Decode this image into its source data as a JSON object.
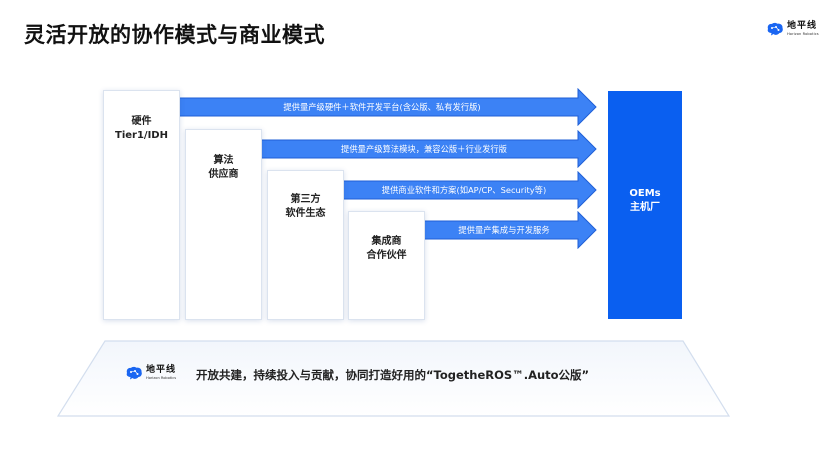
{
  "title": "灵活开放的协作模式与商业模式",
  "logo": {
    "name_cn": "地平线",
    "name_en": "Horizon Robotics",
    "icon": "brain-icon",
    "color": "#1a66f2"
  },
  "partners": [
    {
      "line1": "硬件",
      "line2": "Tier1/IDH",
      "arrow_text": "提供量产级硬件＋软件开发平台(含公版、私有发行版)"
    },
    {
      "line1": "算法",
      "line2": "供应商",
      "arrow_text": "提供量产级算法模块，兼容公版＋行业发行版"
    },
    {
      "line1": "第三方",
      "line2": "软件生态",
      "arrow_text": "提供商业软件和方案(如AP/CP、Security等)"
    },
    {
      "line1": "集成商",
      "line2": "合作伙伴",
      "arrow_text": "提供量产集成与开发服务"
    }
  ],
  "target": {
    "line1": "OEMs",
    "line2": "主机厂"
  },
  "slogan": "开放共建，持续投入与贡献，协同打造好用的“TogetheROS™.Auto公版”",
  "colors": {
    "arrow": "#3c82f5",
    "arrow_stroke": "#1f5fd6",
    "oem": "#0a5ff0"
  }
}
